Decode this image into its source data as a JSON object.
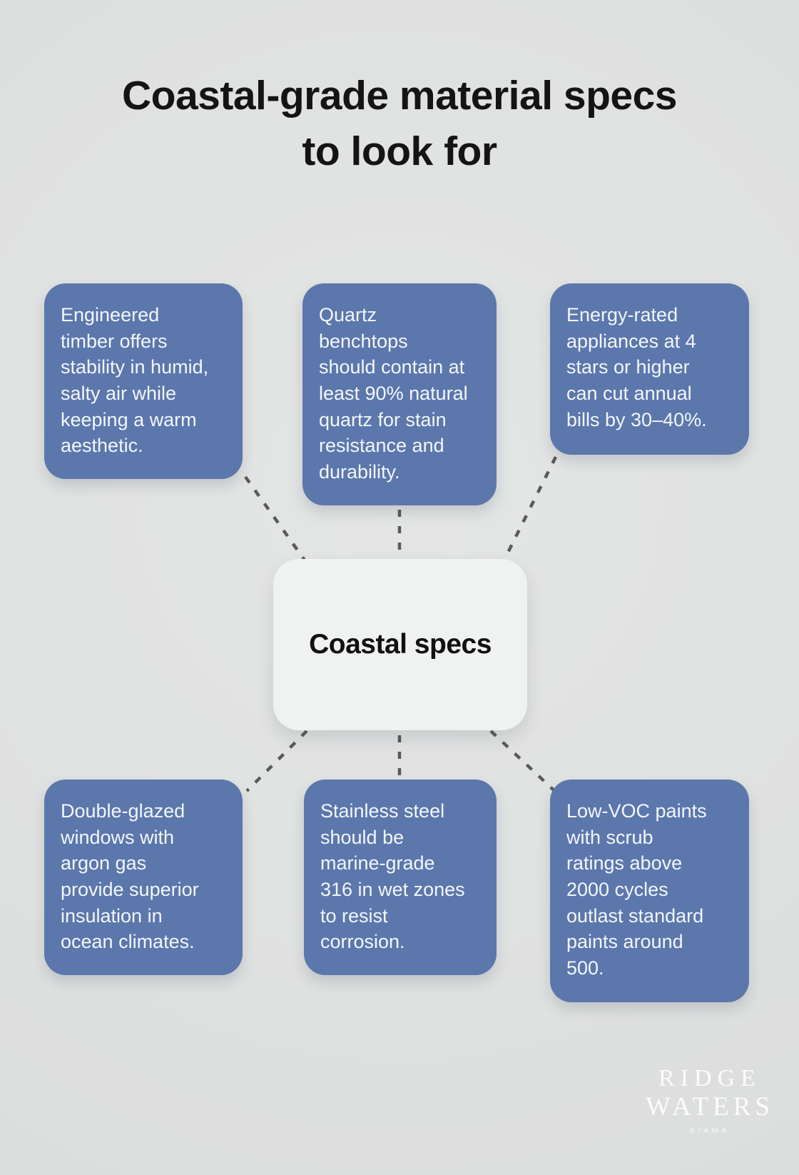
{
  "title": "Coastal-grade material specs\nto look for",
  "center": {
    "label": "Coastal specs"
  },
  "nodes": [
    {
      "id": "engineered-timber",
      "text": "Engineered\ntimber offers\nstability in humid,\nsalty air while\nkeeping a warm\naesthetic."
    },
    {
      "id": "quartz-benchtops",
      "text": "Quartz\nbenchtops\nshould contain at\nleast 90% natural\nquartz for stain\nresistance and\ndurability."
    },
    {
      "id": "energy-rated-appliances",
      "text": "Energy-rated\nappliances at 4\nstars or higher\ncan cut annual\nbills by 30–40%."
    },
    {
      "id": "double-glazed-windows",
      "text": "Double-glazed\nwindows with\nargon gas\nprovide superior\ninsulation in\nocean climates."
    },
    {
      "id": "stainless-steel",
      "text": "Stainless steel\nshould be\nmarine-grade\n316 in wet zones\nto resist\ncorrosion."
    },
    {
      "id": "low-voc-paints",
      "text": "Low-VOC paints\nwith scrub\nratings above\n2000 cycles\noutlast standard\npaints around\n500."
    }
  ],
  "logo": {
    "line1": "RIDGE",
    "line2": "WATERS",
    "line3": "KIAMA"
  },
  "colors": {
    "background": "#e0e1e1",
    "node_fill": "#5c77ac",
    "node_text": "#f3f6fa",
    "center_fill": "#f0f1f1",
    "center_text": "#111111",
    "connector": "#5a5a5a",
    "title_text": "#141414",
    "logo_text": "#fbfbfb"
  }
}
